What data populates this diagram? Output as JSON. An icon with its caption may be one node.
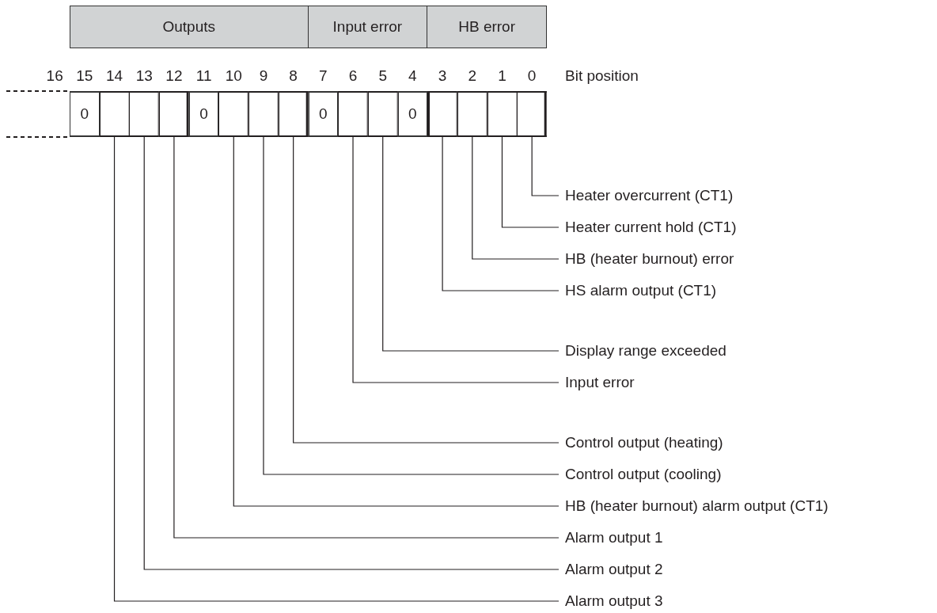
{
  "diagram": {
    "nodes": [
      {
        "text": [
          "Outputs"
        ]
      },
      {
        "text": [
          "Input error"
        ]
      },
      {
        "text": [
          "HB error"
        ]
      },
      {
        "text": [
          "0"
        ]
      },
      {
        "text": [],
        "shape": "box"
      },
      {
        "text": [],
        "shape": "box"
      },
      {
        "text": [],
        "shape": "box"
      },
      {
        "text": [
          "0"
        ]
      },
      {
        "text": [],
        "shape": "box"
      },
      {
        "text": [],
        "shape": "box"
      },
      {
        "text": [],
        "shape": "box"
      },
      {
        "text": [
          "0"
        ]
      },
      {
        "text": [],
        "shape": "box"
      },
      {
        "text": [],
        "shape": "box"
      },
      {
        "text": [
          "0"
        ]
      },
      {
        "text": [],
        "shape": "box"
      },
      {
        "text": [],
        "shape": "box"
      },
      {
        "text": [],
        "shape": "box"
      },
      {
        "text": [],
        "shape": "box"
      },
      {
        "text": [
          "Heater overcurrent (CT1)"
        ]
      },
      {
        "text": [
          "Heater current hold (CT1)"
        ]
      },
      {
        "text": [
          "HB (heater burnout) error"
        ]
      },
      {
        "text": [
          "HS alarm output (CT1)"
        ]
      },
      {
        "text": [
          "Display range exceeded"
        ]
      },
      {
        "text": [
          "Input error"
        ]
      },
      {
        "text": [
          "Control output (heating)"
        ]
      },
      {
        "text": [
          "Control output (cooling)"
        ]
      },
      {
        "text": [
          "HB (heater burnout) alarm output (CT1)"
        ]
      },
      {
        "text": [
          "Alarm output 1"
        ]
      },
      {
        "text": [
          "Alarm output 2"
        ]
      },
      {
        "text": [
          "Alarm output 3"
        ]
      }
    ],
    "edges": [
      {
        "from": 19,
        "to": 18,
        "arrow": "none"
      },
      {
        "from": 20,
        "to": 17,
        "arrow": "none"
      },
      {
        "from": 21,
        "to": 16,
        "arrow": "none"
      },
      {
        "from": 22,
        "to": 15,
        "arrow": "none"
      },
      {
        "from": 23,
        "to": 13,
        "arrow": "none"
      },
      {
        "from": 24,
        "to": 12,
        "arrow": "none"
      },
      {
        "from": 25,
        "to": 10,
        "arrow": "none"
      },
      {
        "from": 26,
        "to": 9,
        "arrow": "none"
      },
      {
        "from": 27,
        "to": 8,
        "arrow": "none"
      },
      {
        "from": 28,
        "to": 6,
        "arrow": "none"
      },
      {
        "from": 29,
        "to": 5,
        "arrow": "none"
      },
      {
        "from": 30,
        "to": 4,
        "arrow": "none"
      }
    ],
    "labels": [
      "16",
      "15",
      "14",
      "13",
      "12",
      "11",
      "10",
      "9",
      "8",
      "7",
      "6",
      "5",
      "4",
      "3",
      "2",
      "1",
      "0",
      "Bit position"
    ]
  }
}
